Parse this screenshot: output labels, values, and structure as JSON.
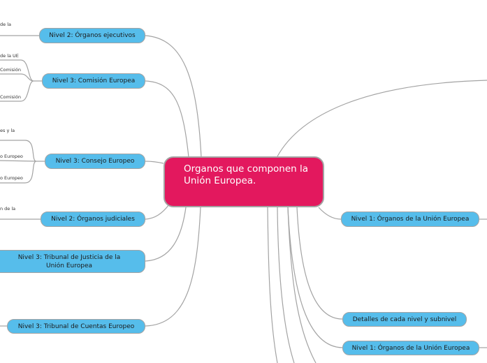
{
  "root": {
    "label": "Organos que componen la Unión Europea."
  },
  "left_nodes": [
    {
      "id": "organos-ejecutivos",
      "label": "Nivel 2: Órganos ejecutivos"
    },
    {
      "id": "comision-europea",
      "label": "Nivel 3: Comisión Europea"
    },
    {
      "id": "consejo-europeo",
      "label": "Nivel 3: Consejo Europeo"
    },
    {
      "id": "organos-judiciales",
      "label": "Nivel 2: Órganos judiciales"
    },
    {
      "id": "tribunal-justicia",
      "label": "Nivel 3: Tribunal de Justicia de la Unión Europea"
    },
    {
      "id": "tribunal-cuentas",
      "label": "Nivel 3: Tribunal de Cuentas Europeo"
    }
  ],
  "right_nodes": [
    {
      "id": "nivel1-a",
      "label": "Nivel 1: Órganos de la Unión Europea"
    },
    {
      "id": "detalles",
      "label": "Detalles de cada nivel y subnivel"
    },
    {
      "id": "nivel1-b",
      "label": "Nivel 1: Órganos de la Unión Europea"
    }
  ],
  "leaf_texts": [
    {
      "id": "ejecutivos-leaf",
      "label": "de la"
    },
    {
      "id": "comision-leaf-1",
      "label": "de la UE"
    },
    {
      "id": "comision-leaf-2",
      "label": "Comisión"
    },
    {
      "id": "comision-leaf-3",
      "label": "Comisión"
    },
    {
      "id": "consejo-leaf-1",
      "label": "es y la"
    },
    {
      "id": "consejo-leaf-2",
      "label": "o Europeo"
    },
    {
      "id": "consejo-leaf-3",
      "label": "o Europeo"
    },
    {
      "id": "judiciales-leaf",
      "label": "n de la"
    }
  ],
  "colors": {
    "root_fill": "#e3185e",
    "node_fill": "#56bdeb",
    "connector": "#a3a3a3"
  }
}
